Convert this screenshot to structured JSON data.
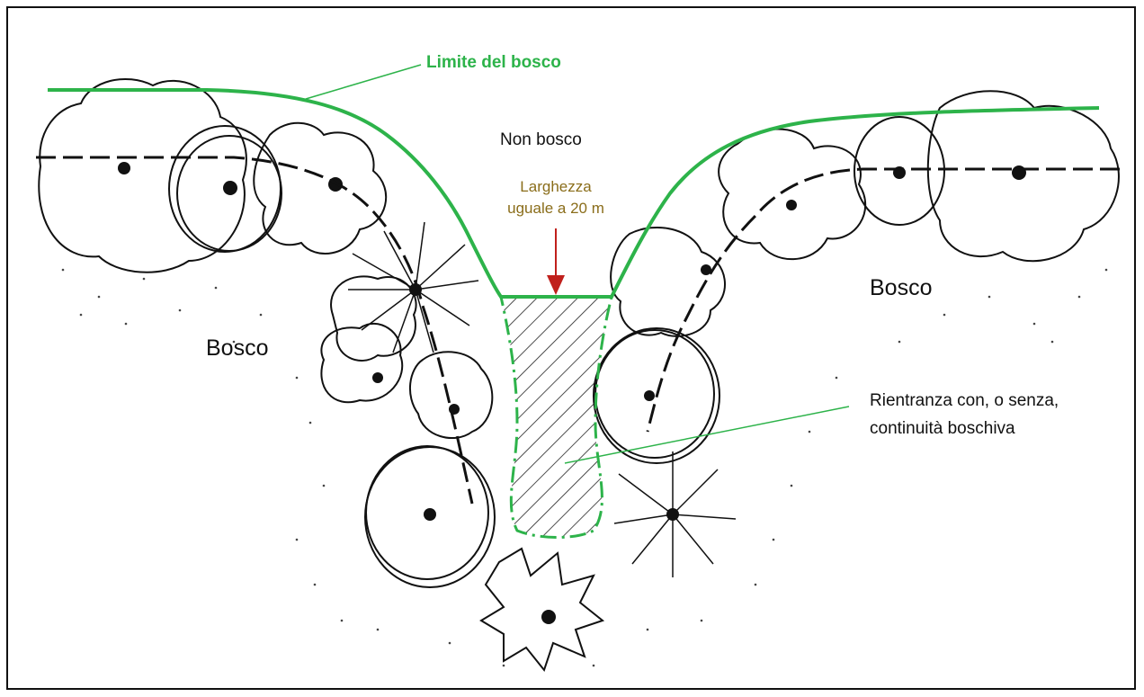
{
  "labels": {
    "limite": "Limite del bosco",
    "non_bosco": "Non bosco",
    "larghezza_line1": "Larghezza",
    "larghezza_line2": "uguale a 20 m",
    "bosco_left": "Bosco",
    "bosco_right": "Bosco",
    "rientranza_line1": "Rientranza con, o senza,",
    "rientranza_line2": "continuità boschiva"
  },
  "colors": {
    "forest_limit": "#2db34a",
    "width_label": "#8a6d1a",
    "arrow": "#c0201c",
    "ink": "#111111",
    "leader": "#2db34a"
  }
}
